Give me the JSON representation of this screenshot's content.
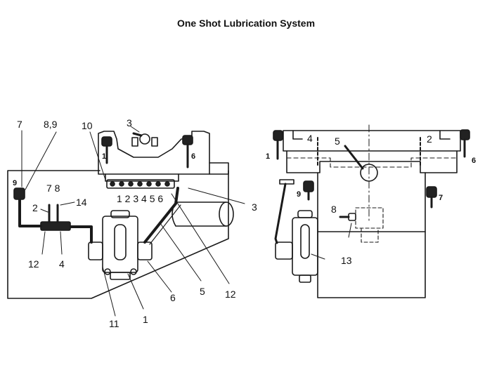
{
  "title": "One Shot Lubrication System",
  "left_view": {
    "labels": {
      "l7": "7",
      "l89": "8,9",
      "l10": "10",
      "l3top": "3",
      "l1a": "1",
      "l6a": "6",
      "l9": "9",
      "l78": "7 8",
      "l2": "2",
      "l14": "14",
      "manifold_ports": "1 2 3 4 5 6",
      "l3side": "3",
      "l12a": "12",
      "l4": "4",
      "l11": "11",
      "l1b": "1",
      "l6b": "6",
      "l5": "5",
      "l12b": "12"
    }
  },
  "right_view": {
    "labels": {
      "r1": "1",
      "r4": "4",
      "r5": "5",
      "r2": "2",
      "r6": "6",
      "r9": "9",
      "r7": "7",
      "r8": "8",
      "r13": "13"
    }
  }
}
